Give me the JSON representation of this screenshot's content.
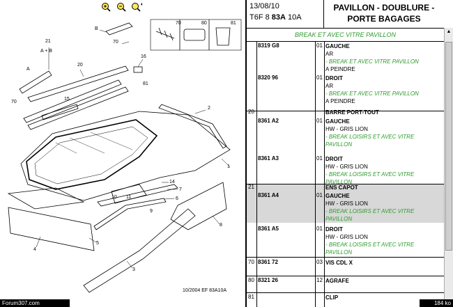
{
  "toolbar": {
    "zoom_in": "zoom-in-icon",
    "zoom_out": "zoom-out-icon",
    "fit": "zoom-fit-icon"
  },
  "diagram": {
    "labels": [
      "B",
      "70",
      "21",
      "A + B",
      "A",
      "20",
      "16",
      "81",
      "70",
      "15",
      "2",
      "1",
      "14",
      "7",
      "6",
      "8",
      "10",
      "11",
      "9",
      "4",
      "5",
      "3",
      "70",
      "80",
      "81"
    ],
    "footer_code": "10/2004  EF 83A10A"
  },
  "footer_left": "Forum307.com",
  "footer_right": "184 ko",
  "header": {
    "date": "13/08/10",
    "ref_prefix": "T6F 8 ",
    "ref_bold": "83A",
    "ref_suffix": " 10A",
    "title_l1": "PAVILLON - DOUBLURE -",
    "title_l2": "PORTE BAGAGES",
    "subtitle": "BREAK ET AVEC VITRE PAVILLON"
  },
  "rows": [
    {
      "num": "",
      "ref": "8319 G8",
      "qty": "01",
      "lines": [
        {
          "t": "GAUCHE",
          "c": "bold"
        },
        {
          "t": "AR",
          "c": ""
        },
        {
          "t": "- BREAK ET AVEC VITRE PAVILLON",
          "c": "grn"
        },
        {
          "t": "A PEINDRE",
          "c": ""
        }
      ]
    },
    {
      "num": "",
      "ref": "8320 96",
      "qty": "01",
      "lines": [
        {
          "t": "DROIT",
          "c": "bold"
        },
        {
          "t": "AR",
          "c": ""
        },
        {
          "t": "- BREAK ET AVEC VITRE PAVILLON",
          "c": "grn"
        },
        {
          "t": "A PEINDRE",
          "c": ""
        }
      ]
    },
    {
      "num": "20",
      "ref": "",
      "qty": "",
      "lines": [
        {
          "t": "BARRE PORT-TOUT",
          "c": "bold"
        }
      ]
    },
    {
      "num": "",
      "ref": "8361 A2",
      "qty": "01",
      "lines": [
        {
          "t": "GAUCHE",
          "c": "bold"
        },
        {
          "t": "HW - GRIS LION",
          "c": ""
        },
        {
          "t": "- BREAK LOISIRS ET AVEC VITRE",
          "c": "grn"
        },
        {
          "t": "PAVILLON",
          "c": "grn"
        }
      ]
    },
    {
      "num": "",
      "ref": "8361 A3",
      "qty": "01",
      "lines": [
        {
          "t": "DROIT",
          "c": "bold"
        },
        {
          "t": "HW - GRIS LION",
          "c": ""
        },
        {
          "t": "- BREAK LOISIRS ET AVEC VITRE",
          "c": "grn"
        },
        {
          "t": "PAVILLON",
          "c": "grn"
        }
      ]
    },
    {
      "num": "21",
      "ref": "",
      "qty": "",
      "lines": [
        {
          "t": "ENS CAPOT",
          "c": "bold"
        }
      ]
    },
    {
      "num": "",
      "ref": "8361 A4",
      "qty": "01",
      "lines": [
        {
          "t": "GAUCHE",
          "c": "bold"
        },
        {
          "t": "HW - GRIS LION",
          "c": ""
        },
        {
          "t": "- BREAK LOISIRS ET AVEC VITRE",
          "c": "grn"
        },
        {
          "t": "PAVILLON",
          "c": "grn"
        }
      ]
    },
    {
      "num": "",
      "ref": "8361 A5",
      "qty": "01",
      "lines": [
        {
          "t": "DROIT",
          "c": "bold"
        },
        {
          "t": "HW - GRIS LION",
          "c": ""
        },
        {
          "t": "- BREAK LOISIRS ET AVEC VITRE",
          "c": "grn"
        },
        {
          "t": "PAVILLON",
          "c": "grn"
        }
      ]
    },
    {
      "num": "70",
      "ref": "8361 72",
      "qty": "03",
      "lines": [
        {
          "t": "VIS CDL X",
          "c": "bold"
        }
      ]
    },
    {
      "num": "80",
      "ref": "8321 26",
      "qty": "12",
      "lines": [
        {
          "t": "AGRAFE",
          "c": "bold"
        }
      ]
    },
    {
      "num": "81",
      "ref": "",
      "qty": "",
      "lines": [
        {
          "t": "CLIP",
          "c": "bold"
        }
      ]
    }
  ]
}
